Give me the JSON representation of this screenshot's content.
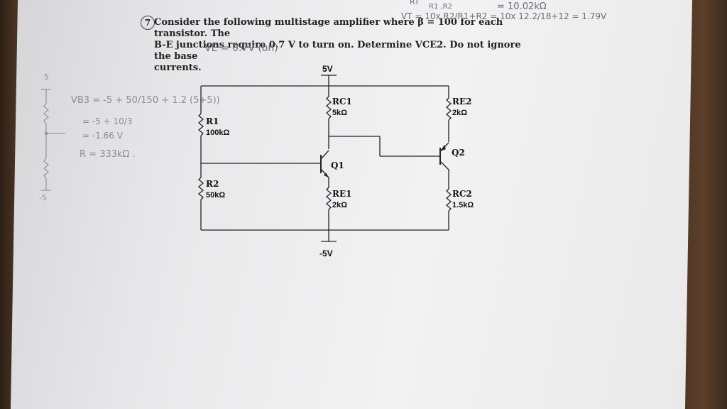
{
  "question": {
    "number": "7",
    "line1": "Consider the following multistage amplifier where β = 100 for each transistor. The",
    "line2": "B-E junctions require 0.7 V to turn on. Determine VCE2. Do not ignore the base",
    "line3": "currents."
  },
  "handwriting": {
    "top_rt": "RT",
    "top_formula": "R1 ,R2",
    "top_value": "= 10.02kΩ",
    "vt_line": "VT = 10x R2/R1+R2 = 10x 12.2/18+12 = 1.79V",
    "ve_note": "VE = 0.7V (on)",
    "vb3": "VB3 = -5 + 50/150 + 1.2 (5+5))",
    "step2": "= -5 + 10/3",
    "step3": "= -1.66 V",
    "req": "R = 333kΩ .",
    "rail_top": "5",
    "rail_bottom": "-5"
  },
  "circuit": {
    "vcc": "5V",
    "vee": "-5V",
    "rc1_name": "RC1",
    "rc1_val": "5kΩ",
    "re2_name": "RE2",
    "re2_val": "2kΩ",
    "r1_name": "R1",
    "r1_val": "100kΩ",
    "r2_name": "R2",
    "r2_val": "50kΩ",
    "q1": "Q1",
    "q2": "Q2",
    "re1_name": "RE1",
    "re1_val": "2kΩ",
    "rc2_name": "RC2",
    "rc2_val": "1.5kΩ"
  }
}
